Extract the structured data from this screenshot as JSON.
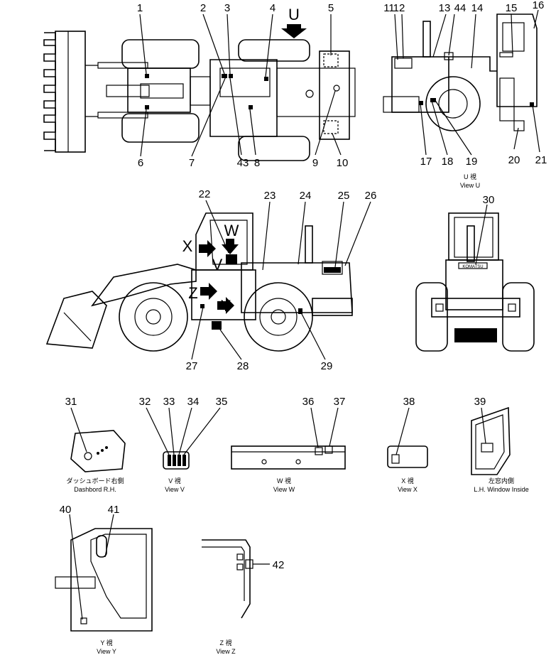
{
  "view_arrows": {
    "u": "U",
    "w": "W",
    "x": "X",
    "y": "Y",
    "z": "Z",
    "v": "V"
  },
  "callouts": {
    "n1": "1",
    "n2": "2",
    "n3": "3",
    "n4": "4",
    "n5": "5",
    "n6": "6",
    "n7": "7",
    "n8": "8",
    "n9": "9",
    "n10": "10",
    "n11": "11",
    "n12": "12",
    "n13": "13",
    "n14": "14",
    "n15": "15",
    "n16": "16",
    "n17": "17",
    "n18": "18",
    "n19": "19",
    "n20": "20",
    "n21": "21",
    "n22": "22",
    "n23": "23",
    "n24": "24",
    "n25": "25",
    "n26": "26",
    "n27": "27",
    "n28": "28",
    "n29": "29",
    "n30": "30",
    "n31": "31",
    "n32": "32",
    "n33": "33",
    "n34": "34",
    "n35": "35",
    "n36": "36",
    "n37": "37",
    "n38": "38",
    "n39": "39",
    "n40": "40",
    "n41": "41",
    "n42": "42",
    "n43": "43",
    "n44": "44"
  },
  "captions": {
    "view_u_jp": "U 視",
    "view_u_en": "View U",
    "dash_jp": "ダッシュボード右側",
    "dash_en": "Dashbord R.H.",
    "view_v_jp": "V 視",
    "view_v_en": "View V",
    "view_w_jp": "W 視",
    "view_w_en": "View W",
    "view_x_jp": "X 視",
    "view_x_en": "View X",
    "window_jp": "左窓内側",
    "window_en": "L.H. Window Inside",
    "view_y_jp": "Y 視",
    "view_y_en": "View Y",
    "view_z_jp": "Z 視",
    "view_z_en": "View Z"
  },
  "decal_text": {
    "brand": "KOMATSU"
  }
}
